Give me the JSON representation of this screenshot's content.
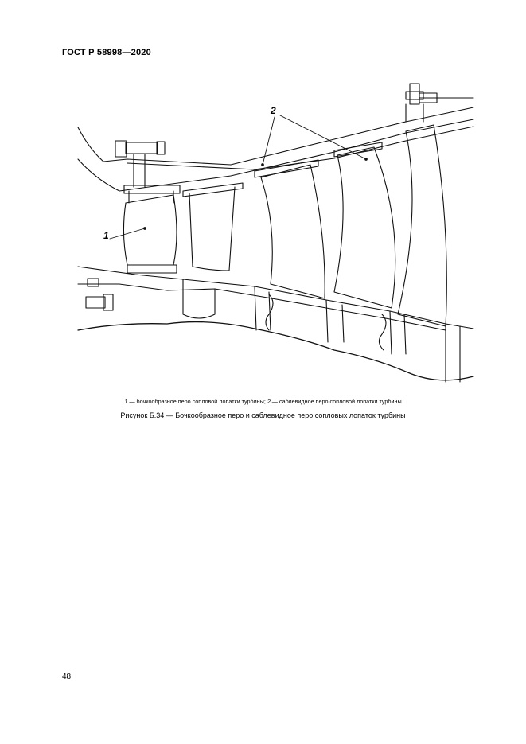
{
  "header": {
    "standard": "ГОСТ Р 58998—2020"
  },
  "figure": {
    "callout_1": "1",
    "callout_2": "2"
  },
  "legend": {
    "item1_num": "1",
    "item1_text": " — бочкообразное перо сопловой лопатки турбины; ",
    "item2_num": "2",
    "item2_text": " — саблевидное перо сопловой лопатки турбины"
  },
  "caption": {
    "text": "Рисунок Б.34 — Бочкообразное перо и саблевидное перо сопловых лопаток турбины"
  },
  "footer": {
    "page_number": "48"
  }
}
